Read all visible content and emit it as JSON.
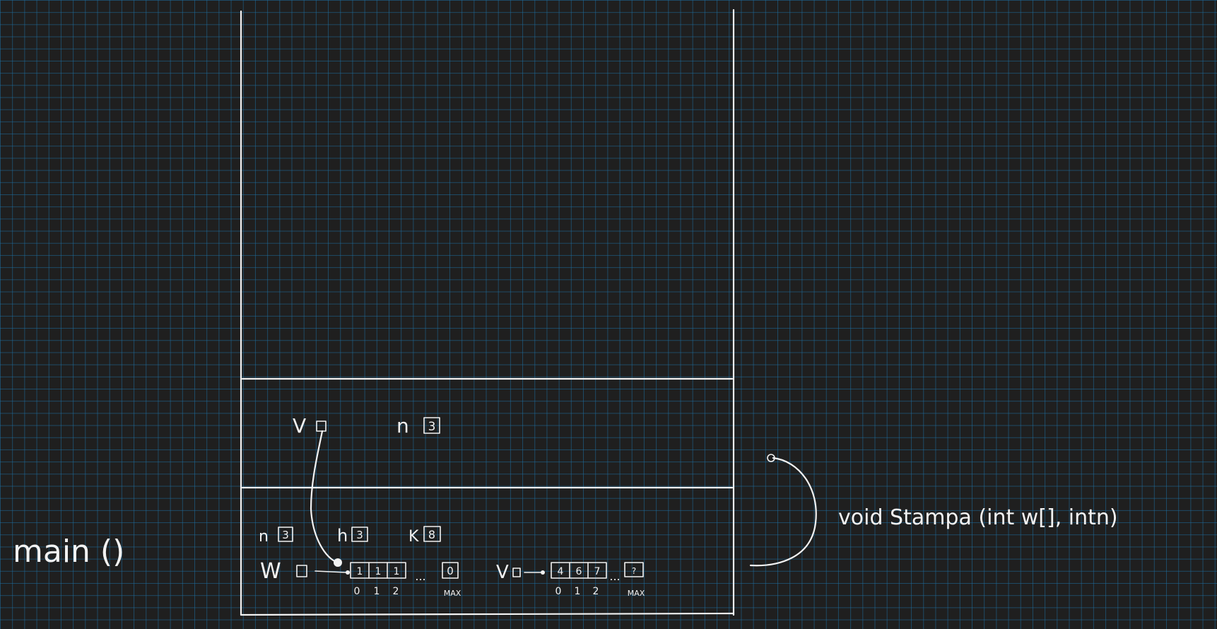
{
  "labels": {
    "main": "main ()",
    "stampa": "void Stampa (int w[], intn)"
  },
  "stampa_frame": {
    "v_label": "V",
    "n_label": "n",
    "n_value": "3"
  },
  "main_frame": {
    "n1_label": "n",
    "n1_value": "3",
    "n2_label": "h",
    "n2_value": "3",
    "k_label": "K",
    "k_value": "8",
    "w_label": "W",
    "w_array": [
      "1",
      "1",
      "1"
    ],
    "w_indices": [
      "0",
      "1",
      "2"
    ],
    "w_ellipsis": "...",
    "w_last": "0",
    "w_max": "MAX",
    "v_label": "V",
    "v_array": [
      "4",
      "6",
      "7"
    ],
    "v_indices": [
      "0",
      "1",
      "2"
    ],
    "v_ellipsis": "...",
    "v_last": "?",
    "v_max": "MAX"
  }
}
